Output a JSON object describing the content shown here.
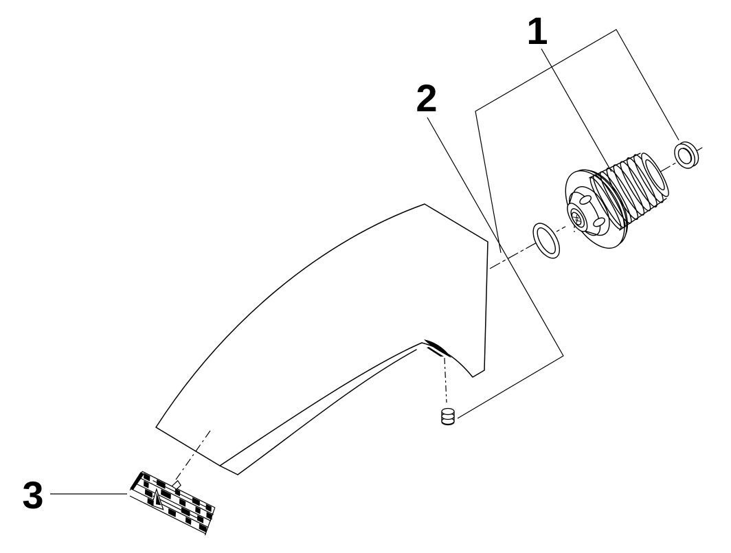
{
  "diagram": {
    "background": "#ffffff",
    "ink": "#000000",
    "labels": {
      "part1": "1",
      "part2": "2",
      "part3": "3"
    }
  }
}
